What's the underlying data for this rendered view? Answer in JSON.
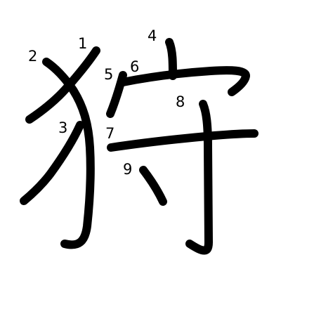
{
  "character": "狩",
  "colors": {
    "stroke": "#000000",
    "label": "#000000",
    "background": "#ffffff"
  },
  "strokes": [
    {
      "order": "1"
    },
    {
      "order": "2"
    },
    {
      "order": "3"
    },
    {
      "order": "4"
    },
    {
      "order": "5"
    },
    {
      "order": "6"
    },
    {
      "order": "7"
    },
    {
      "order": "8"
    },
    {
      "order": "9"
    }
  ]
}
